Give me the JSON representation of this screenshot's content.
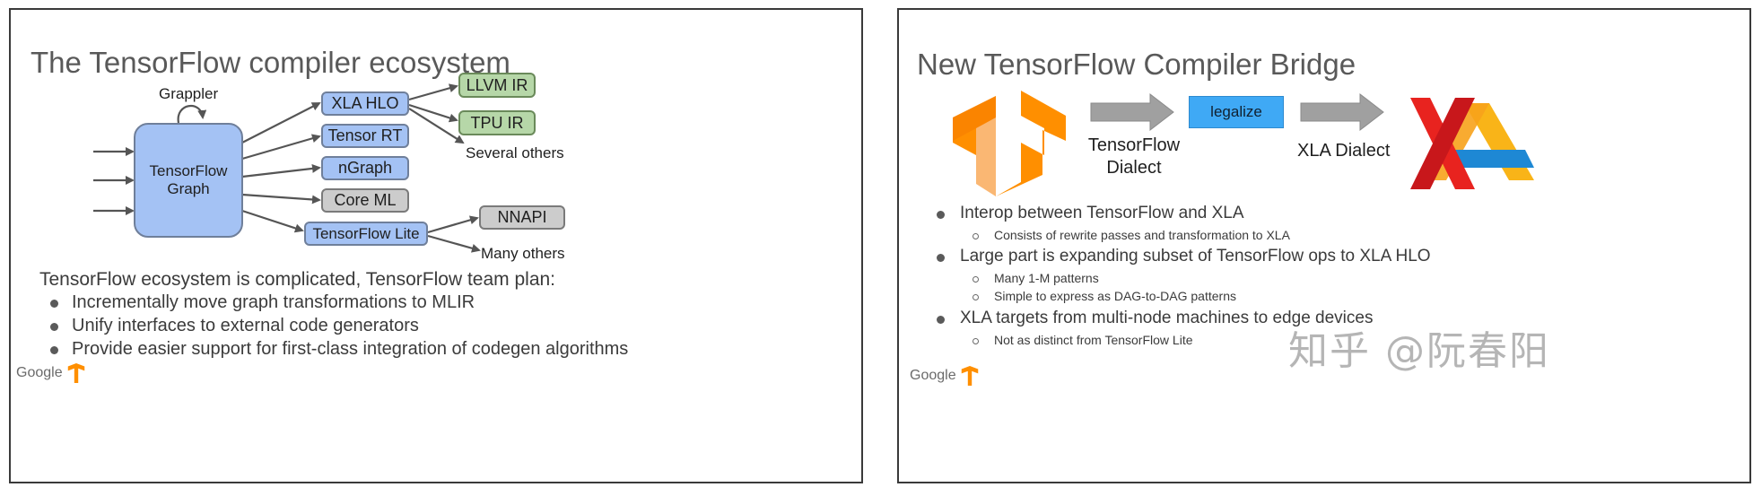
{
  "left_slide": {
    "title": "The TensorFlow compiler ecosystem",
    "diagram": {
      "grappler_label": "Grappler",
      "graph_box": "TensorFlow Graph",
      "targets": [
        "XLA HLO",
        "Tensor RT",
        "nGraph",
        "Core ML",
        "TensorFlow Lite"
      ],
      "xla_outputs": [
        "LLVM IR",
        "TPU IR"
      ],
      "xla_others": "Several others",
      "lite_outputs": [
        "NNAPI"
      ],
      "lite_others": "Many others"
    },
    "intro": "TensorFlow ecosystem is complicated, TensorFlow team plan:",
    "bullets": [
      "Incrementally move graph transformations to MLIR",
      "Unify interfaces to external code generators",
      "Provide easier support for first-class integration of codegen algorithms"
    ],
    "footer": "Google"
  },
  "right_slide": {
    "title": "New TensorFlow Compiler Bridge",
    "pipeline": {
      "step_box": "legalize",
      "input_label": "TensorFlow Dialect",
      "output_label": "XLA Dialect"
    },
    "bullets": [
      {
        "text": "Interop between TensorFlow and XLA",
        "sub": [
          "Consists of rewrite passes and transformation to XLA"
        ]
      },
      {
        "text": "Large part is expanding subset of TensorFlow ops to XLA HLO",
        "sub": [
          "Many 1-M patterns",
          "Simple to express as DAG-to-DAG patterns"
        ]
      },
      {
        "text": "XLA targets from multi-node machines to edge devices",
        "sub": [
          "Not as distinct from TensorFlow Lite"
        ]
      }
    ],
    "footer": "Google"
  },
  "watermark": "知乎 @阮春阳",
  "colors": {
    "blue_box": "#a4c2f4",
    "green_box": "#b6d7a8",
    "gray_box": "#cccccc",
    "legalize_box": "#3fa9f5",
    "tf_orange": "#ff8f00",
    "xla_red": "#e8231f",
    "xla_blue": "#1e88d4",
    "xla_yellow": "#f9b418"
  },
  "icons": [
    "tensorflow-logo-icon",
    "xla-logo-icon"
  ]
}
